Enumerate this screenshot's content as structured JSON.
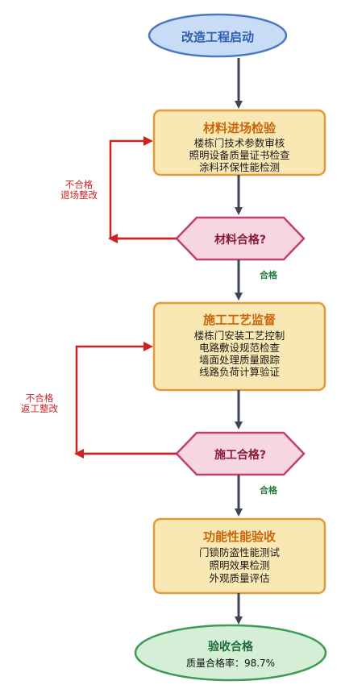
{
  "start": {
    "label": "改造工程启动"
  },
  "stage1": {
    "title": "材料进场检验",
    "lines": [
      "楼栋门技术参数审核",
      "照明设备质量证书检查",
      "涂料环保性能检测"
    ]
  },
  "decision1": {
    "label": "材料合格?"
  },
  "pass1": "合格",
  "fail1": {
    "line1": "不合格",
    "line2": "退场整改"
  },
  "stage2": {
    "title": "施工工艺监督",
    "lines": [
      "楼栋门安装工艺控制",
      "电路敷设规范检查",
      "墙面处理质量跟踪",
      "线路负荷计算验证"
    ]
  },
  "decision2": {
    "label": "施工合格?"
  },
  "pass2": "合格",
  "fail2": {
    "line1": "不合格",
    "line2": "返工整改"
  },
  "stage3": {
    "title": "功能性能验收",
    "lines": [
      "门锁防盗性能测试",
      "照明效果检测",
      "外观质量评估"
    ]
  },
  "end": {
    "label": "验收合格",
    "sub": "质量合格率：98.7%"
  },
  "colors": {
    "start_fill": "#c9dcf5",
    "start_stroke": "#4a78c4",
    "box_fill": "#fae8b4",
    "box_stroke": "#e39a3a",
    "decision_fill": "#f7d6e4",
    "decision_stroke": "#c0416e",
    "end_fill": "#d4efd6",
    "end_stroke": "#3f9a55",
    "arrow": "#3d4452",
    "fail_arrow": "#cc2222"
  }
}
